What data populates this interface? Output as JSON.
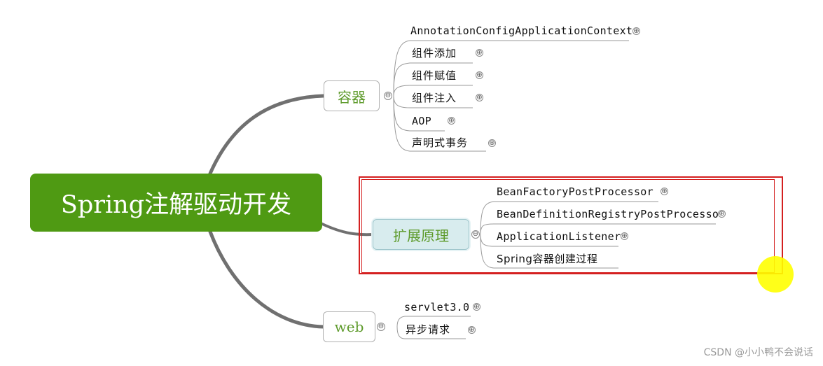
{
  "root": {
    "label": "Spring注解驱动开发"
  },
  "branches": {
    "container": {
      "label": "容器",
      "items": [
        {
          "label": "AnnotationConfigApplicationContext"
        },
        {
          "label": "组件添加"
        },
        {
          "label": "组件赋值"
        },
        {
          "label": "组件注入"
        },
        {
          "label": "AOP"
        },
        {
          "label": "声明式事务"
        }
      ]
    },
    "extension": {
      "label": "扩展原理",
      "items": [
        {
          "label": "BeanFactoryPostProcessor"
        },
        {
          "label": "BeanDefinitionRegistryPostProcessor"
        },
        {
          "label": "ApplicationListener"
        },
        {
          "label": "Spring容器创建过程"
        }
      ]
    },
    "web": {
      "label": "web",
      "items": [
        {
          "label": "servlet3.0"
        },
        {
          "label": "异步请求"
        }
      ]
    }
  },
  "icons": {
    "collapse": "⊖",
    "expand": "⊕"
  },
  "watermark": "CSDN @小小鸭不会说话",
  "colors": {
    "root": "#4f9a13",
    "highlight": "#d42020",
    "branch_text": "#5d9a2a"
  }
}
